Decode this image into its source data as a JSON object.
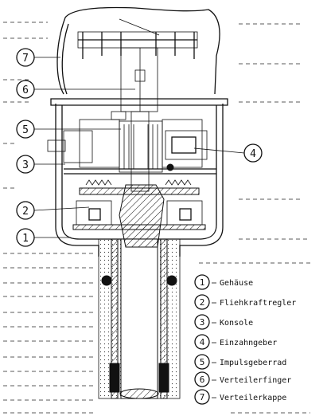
{
  "callouts": [
    {
      "num": "7"
    },
    {
      "num": "6"
    },
    {
      "num": "5"
    },
    {
      "num": "4"
    },
    {
      "num": "3"
    },
    {
      "num": "2"
    },
    {
      "num": "1"
    }
  ],
  "legend": [
    {
      "num": "1",
      "label": "Gehäuse"
    },
    {
      "num": "2",
      "label": "Fliehkraftregler"
    },
    {
      "num": "3",
      "label": "Konsole"
    },
    {
      "num": "4",
      "label": "Einzahngeber"
    },
    {
      "num": "5",
      "label": "Impulsgeberrad"
    },
    {
      "num": "6",
      "label": "Verteilerfinger"
    },
    {
      "num": "7",
      "label": "Verteilerkappe"
    }
  ],
  "colors": {
    "ink": "#111111",
    "paper": "#ffffff"
  }
}
